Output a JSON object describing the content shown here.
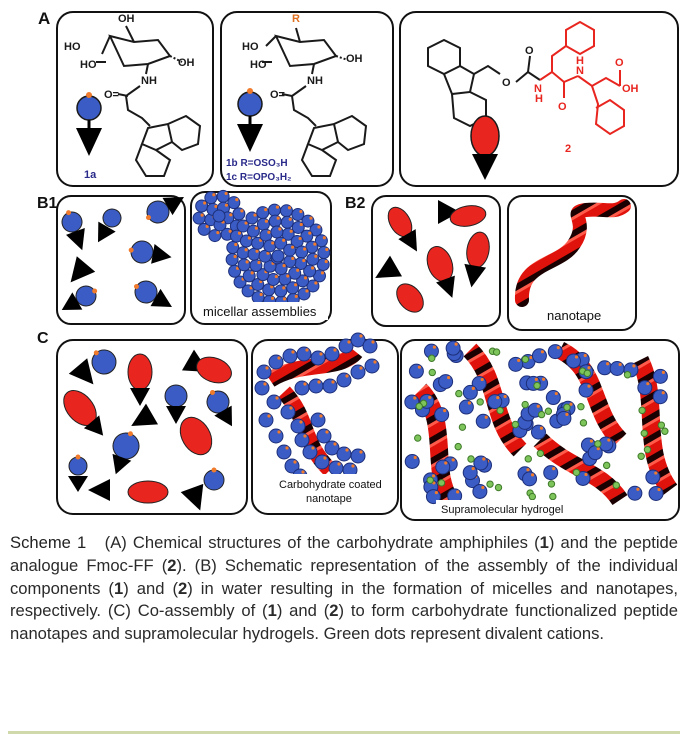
{
  "figure": {
    "panel_labels": {
      "A": "A",
      "B1": "B1",
      "B2": "B2",
      "C": "C"
    },
    "panel_A1": {
      "atoms": {
        "oh_top": "OH",
        "ho_1": "HO",
        "ho_2": "HO",
        "oh_right": "OH",
        "nh": "NH",
        "o_carbonyl": "O="
      },
      "compound": "1a"
    },
    "panel_A2": {
      "atoms": {
        "r": "R",
        "ho_1": "HO",
        "ho_2": "HO",
        "oh_right": "OH",
        "nh": "NH",
        "o_carbonyl": "O="
      },
      "compound_b": "1b R=OSO₃H",
      "compound_c": "1c R=OPO₃H₂"
    },
    "panel_A3": {
      "atoms": {
        "o_ester": "O",
        "o_top": "O",
        "n_1": "N",
        "h_1": "H",
        "n_2": "N",
        "h_2": "H",
        "o_bottom": "O",
        "oh": "OH",
        "o_acid": "O"
      },
      "compound": "2"
    },
    "panel_B1b_label": "micellar assemblies",
    "panel_B2b_label": "nanotape",
    "panel_C2_label_1": "Carbohydrate coated",
    "panel_C2_label_2": "nanotape",
    "panel_C3_label": "Supramolecular hydrogel",
    "colors": {
      "blue": "#3b5cc4",
      "red": "#e8251f",
      "orange": "#f07b2c",
      "green": "#7dc45a",
      "black": "#000000"
    }
  },
  "caption": {
    "head": "Scheme 1",
    "seg1": "(A) Chemical structures of the carbohydrate amphiphiles (",
    "b1": "1",
    "seg2": ") and the peptide analogue Fmoc-FF (",
    "b2": "2",
    "seg3": "). (B) Schematic representation of the assembly of the individual components (",
    "b3": "1",
    "seg4": ") and (",
    "b4": "2",
    "seg5": ") in water resulting in the formation of micelles and nanotapes, respectively. (C) Co-assembly of (",
    "b5": "1",
    "seg6": ") and (",
    "b6": "2",
    "seg7": ") to form carbohydrate functionalized peptide nanotapes and supramolecular hydrogels. Green dots represent divalent cations."
  }
}
